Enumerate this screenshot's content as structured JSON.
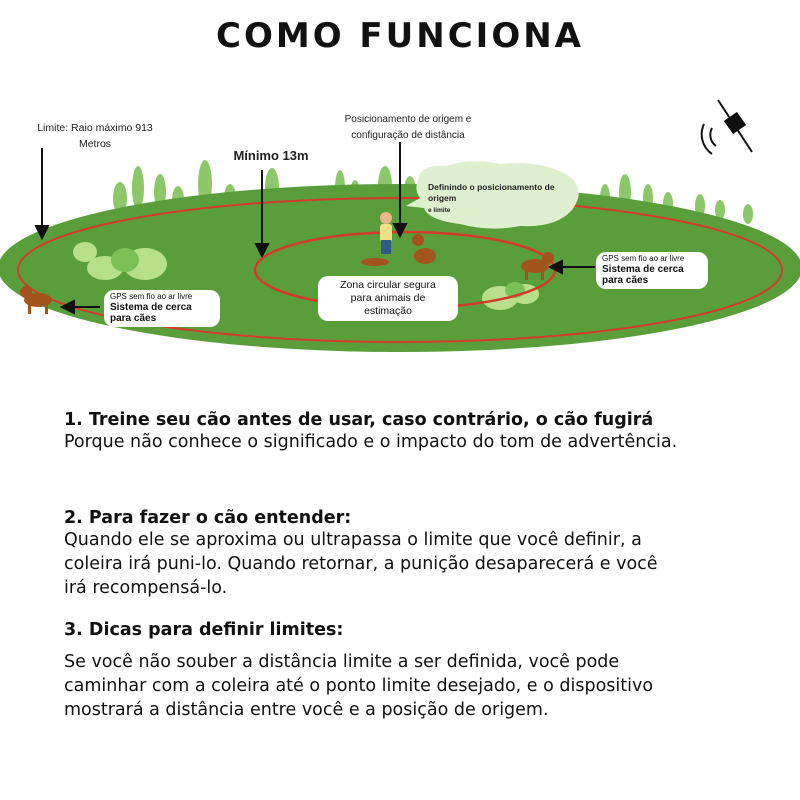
{
  "title": "COMO FUNCIONA",
  "diagram": {
    "limit_label_line1": "Limite: Raio máximo 913",
    "limit_label_line2": "Metros",
    "minimum_label": "Mínimo 13m",
    "origin_label_line1": "Posicionamento de origem e",
    "origin_label_line2": "configuração de distância",
    "cloud_line1": "Definindo o posicionamento de",
    "cloud_line2": "origem",
    "cloud_line3": "e limite",
    "gps_right_small": "GPS sem fio ao ar livre",
    "gps_right_big": "Sistema de cerca para cães",
    "gps_left_small": "GPS sem fio ao ar livre",
    "gps_left_big": "Sistema de cerca para cães",
    "safe_zone_line1": "Zona circular segura",
    "safe_zone_line2": "para animais de",
    "safe_zone_line3": "estimação",
    "colors": {
      "field": "#5a9e3c",
      "ring": "#d23a2a",
      "tree": "#8cc86a",
      "bush": "#b8e08a"
    }
  },
  "sections": [
    {
      "heading": "1. Treine seu cão antes de usar, caso contrário, o cão fugirá",
      "text": "Porque não conhece o significado e o impacto do tom de advertência."
    },
    {
      "heading": "2. Para fazer o cão entender:",
      "text": " Quando ele se aproxima ou ultrapassa o limite que você definir, a coleira irá puni-lo. Quando retornar, a punição desaparecerá e você irá recompensá-lo."
    },
    {
      "heading": " 3. Dicas para definir limites:",
      "text": "Se você não souber a distância limite a ser definida, você pode caminhar com a coleira até o ponto limite desejado, e o dispositivo mostrará a distância entre você e a posição de origem."
    }
  ]
}
